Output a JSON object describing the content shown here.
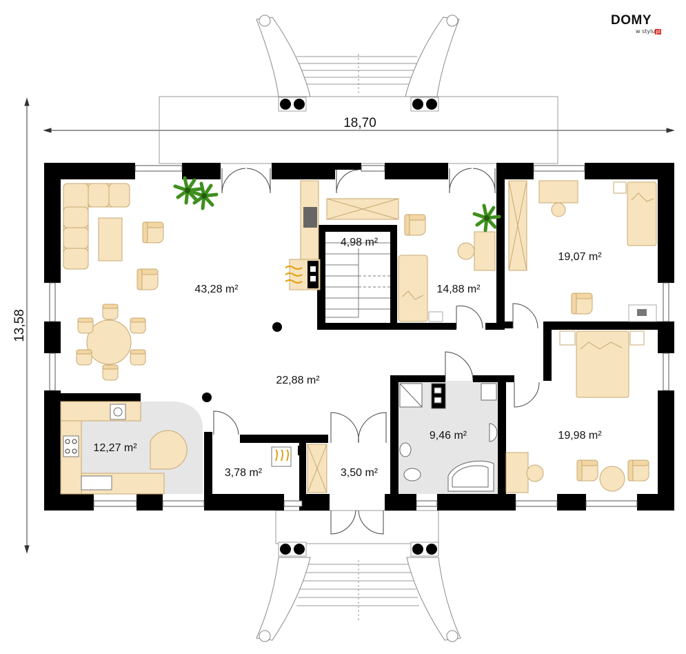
{
  "brand": {
    "name": "DOMY",
    "tagline": "w stylu",
    "suffix": "pl"
  },
  "dimensions": {
    "width": "18,70",
    "depth": "13,58"
  },
  "rooms": [
    {
      "id": "living",
      "area": "43,28 m²"
    },
    {
      "id": "stair",
      "area": "4,98 m²"
    },
    {
      "id": "bathroom-upper",
      "area": "14,88 m²"
    },
    {
      "id": "bedroom-1",
      "area": "19,07 m²"
    },
    {
      "id": "hall",
      "area": "22,88 m²"
    },
    {
      "id": "bathroom",
      "area": "9,46 m²"
    },
    {
      "id": "bedroom-2",
      "area": "19,98 m²"
    },
    {
      "id": "kitchen",
      "area": "12,27 m²"
    },
    {
      "id": "boiler",
      "area": "3,78 m²"
    },
    {
      "id": "vestibule",
      "area": "3,50 m²"
    }
  ],
  "colors": {
    "wall": "#000000",
    "furniture": "#f7e3bd",
    "furniture_stroke": "#c7a872",
    "floor_wet": "#e6e6e6",
    "plant": "#3f8f1e",
    "accent": "#e0312b"
  }
}
